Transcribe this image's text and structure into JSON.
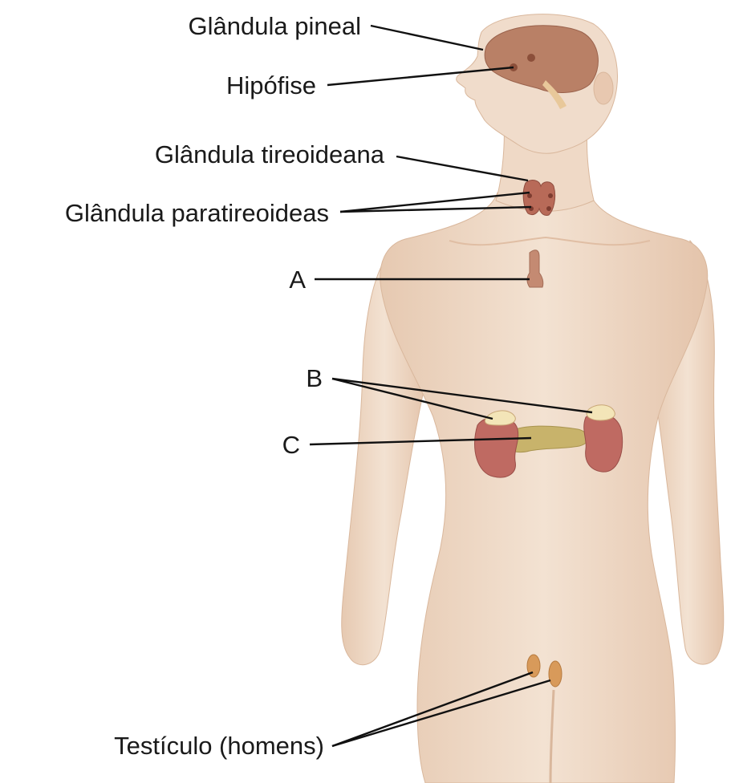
{
  "labels": {
    "pineal": "Glândula pineal",
    "hipofise": "Hipófise",
    "tireoide": "Glândula tireoideana",
    "paratireoide": "Glândula paratireoideas",
    "a": "A",
    "b": "B",
    "c": "C",
    "testiculo": "Testículo (homens)"
  },
  "colors": {
    "skin": "#f0dccb",
    "skin_shadow": "#e2c3ab",
    "brain": "#b98066",
    "gland": "#b86a58",
    "thymus": "#c48a72",
    "adrenal": "#f3e5b8",
    "kidney": "#bf6a62",
    "pancreas": "#c8b36b",
    "testis": "#d89a5a"
  }
}
